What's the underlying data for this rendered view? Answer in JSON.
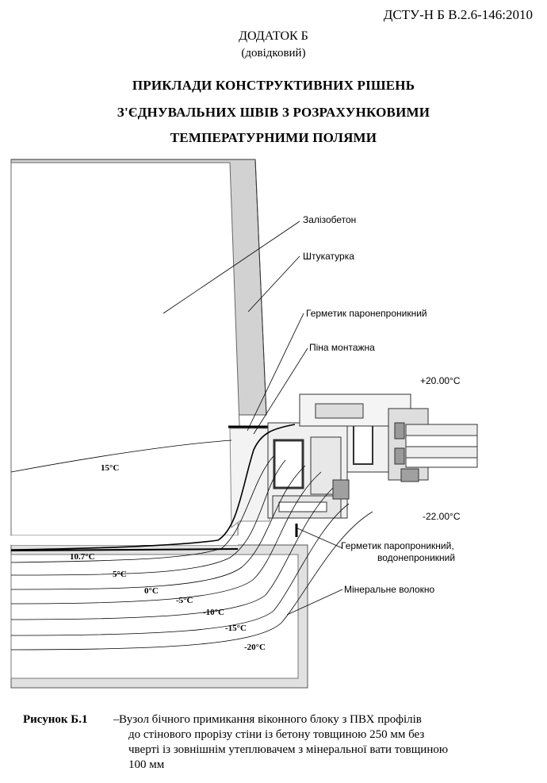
{
  "header": {
    "standard": "ДСТУ-Н Б В.2.6-146:2010"
  },
  "annex": {
    "title": "ДОДАТОК Б",
    "subtitle": "(довідковий)"
  },
  "title_lines": [
    "ПРИКЛАДИ КОНСТРУКТИВНИХ РІШЕНЬ",
    "З'ЄДНУВАЛЬНИХ ШВІВ З РОЗРАХУНКОВИМИ",
    "ТЕМПЕРАТУРНИМИ ПОЛЯМИ"
  ],
  "figure": {
    "labels": {
      "concrete": "Залізобетон",
      "plaster": "Штукатурка",
      "vapor_sealant": "Герметик паронепроникний",
      "foam": "Піна монтажна",
      "vapor_perm_sealant_1": "Герметик паропроникний,",
      "vapor_perm_sealant_2": "водонепроникний",
      "mineral_fiber": "Мінеральне волокно"
    },
    "temps": {
      "inside": "+20.00°C",
      "outside": "-22.00°C",
      "t15": "15°C",
      "t10_7": "10.7°C",
      "t5": "5°C",
      "t0": "0°C",
      "tm5": "-5°C",
      "tm10": "-10°C",
      "tm15": "-15°C",
      "tm20": "-20°C"
    }
  },
  "caption": {
    "label": "Рисунок Б.1",
    "dash": "–",
    "lines": [
      "Вузол бічного примикання віконного блоку з ПВХ профілів",
      "до  стінового  прорізу стіни із бетону  товщиною 250 мм без",
      "чверті із зовнішнім утеплювачем з мінеральної вати товщиною",
      "100 мм"
    ]
  }
}
